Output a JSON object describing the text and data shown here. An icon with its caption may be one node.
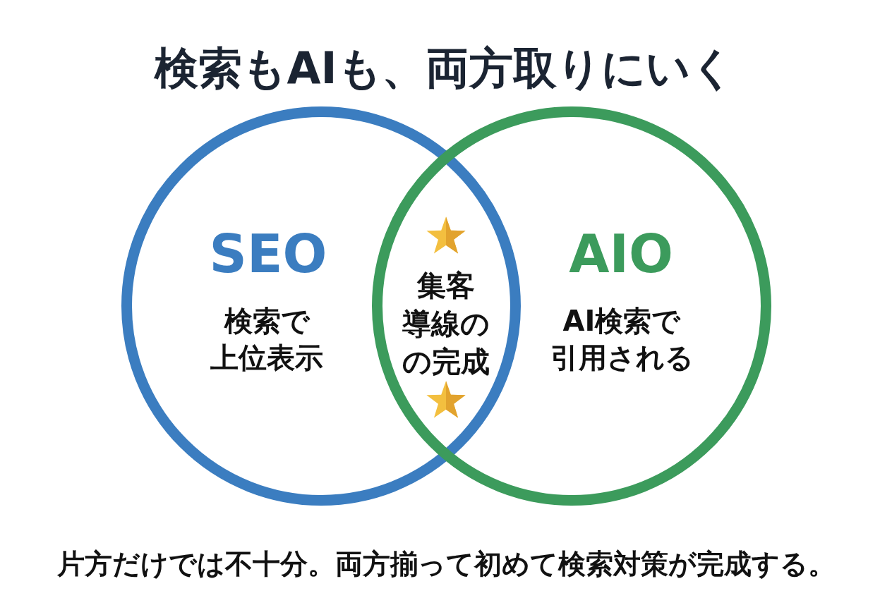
{
  "diagram": {
    "title": "検索もAIも、両方取りにいく",
    "nodes": [
      {
        "text": [
          "SEO",
          "検索で上位表示"
        ]
      },
      {
        "text": [
          "AIO",
          "AI検索で引用される"
        ]
      },
      {
        "text": [
          "集客導線のの完成"
        ]
      }
    ],
    "caption": "片方だけでは不十分。両方揃って初めて検索対策が完成する。"
  }
}
